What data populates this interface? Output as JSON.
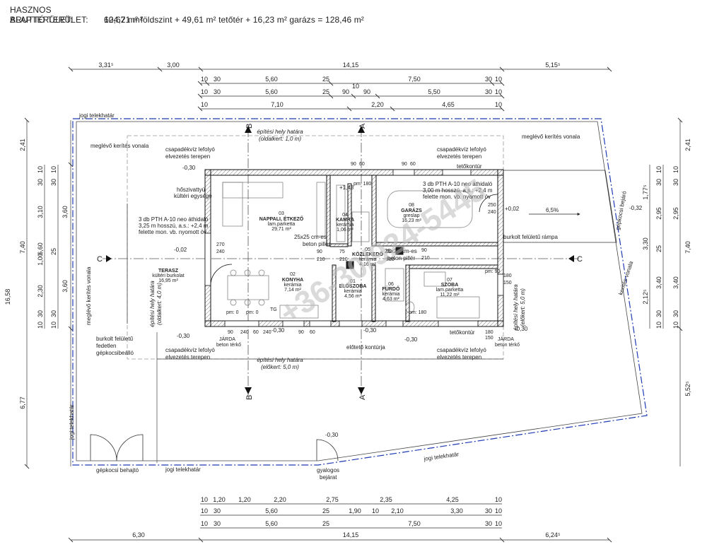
{
  "header": {
    "usable_label": "HASZNOS ALAPTERÜLET:",
    "usable_value": "62,62 m² földszint + 49,61 m² tetőtér + 16,23 m² garázs = 128,46 m²",
    "gross_label": "BRUTTÓ TERÜLET:",
    "gross_value": "104,71 m²"
  },
  "dims_top": {
    "row1": [
      "3,31⁵",
      "3,00",
      "14,15",
      "5,15⁵"
    ],
    "row2": [
      "10",
      "30",
      "5,60",
      "25",
      "7,50",
      "30",
      "10"
    ],
    "row3": [
      "10",
      "30",
      "5,60",
      "25",
      "90",
      "10",
      "90",
      "5,50",
      "30",
      "10"
    ],
    "row4": [
      "10",
      "7,10",
      "2,20",
      "4,65",
      "10"
    ]
  },
  "dims_bottom": {
    "row1": [
      "10",
      "1,20",
      "1,20",
      "2,20",
      "2,75",
      "2,35",
      "4,25",
      "10"
    ],
    "row2": [
      "10",
      "30",
      "5,60",
      "25",
      "1,90",
      "10",
      "2,10",
      "3,30",
      "30",
      "10"
    ],
    "row3": [
      "10",
      "30",
      "5,60",
      "25",
      "7,50",
      "30",
      "10"
    ],
    "row4": [
      "6,30",
      "14,15",
      "6,24⁵"
    ]
  },
  "dims_left": {
    "outer": "16,58",
    "col1": [
      "2,41",
      "7,40",
      "6,77"
    ],
    "col2": [
      "3,60",
      "3,60"
    ],
    "col3": [
      "10",
      "30",
      "3,10",
      "6,60",
      "1,00",
      "2,30",
      "30",
      "10"
    ],
    "col4": [
      "10",
      "30",
      "25",
      "30",
      "10"
    ]
  },
  "dims_right": {
    "col1": [
      "2,41",
      "7,40",
      "5,52⁵"
    ],
    "col2": [
      "1,77⁵",
      "3,30",
      "2,12⁵"
    ],
    "col3": [
      "10",
      "30",
      "2,95",
      "25",
      "3,40",
      "30",
      "10"
    ],
    "col4": [
      "10",
      "30",
      "2,95",
      "3,40",
      "30",
      "10"
    ]
  },
  "site": {
    "jogi_top": "jogi telekhatár",
    "jogi_left": "jogi telekhatár",
    "jogi_bottom_left": "jogi telekhatár",
    "jogi_bottom_right": "jogi telekhatár",
    "kerites_top_left": "meglévő kerítés vonala",
    "kerites_top_right": "meglévő kerítés vonala",
    "kerites_left": "meglévő kerítés vonala",
    "kerites_right": "kerítés vonala",
    "epitesi_top": "építési hely határa",
    "epitesi_top_sub": "(oldalkert: 1,0 m)",
    "epitesi_bottom": "építési hely határa",
    "epitesi_bottom_sub": "(előkert: 5,0 m)",
    "epitesi_left": "építési hely határa",
    "epitesi_left_sub": "(oldalkert: 4,0 m)",
    "epitesi_right": "építési hely határa",
    "epitesi_right_sub": "(előkert: 5,0 m)",
    "csapadek": "csapadékvíz lefolyó",
    "elvezetes": "elvezetés terepen",
    "tetokontur": "tetőkontúr",
    "eloteto": "előtető kontúrja",
    "hoszivattyu_1": "hőszivattyú",
    "hoszivattyu_2": "kültéri egysége",
    "pth_left_1": "3 db PTH A-10 neo áthidaló",
    "pth_left_2": "3,25 m hosszú, a.s.: +2,4 m",
    "pth_left_3": "felette mon. vb. nyomott öv",
    "pth_right_1": "3 db PTH A-10 neo áthidaló",
    "pth_right_2": "3,00 m hosszú, a.s.: +2,4 m",
    "pth_right_3": "felette mon. vb. nyomott öv",
    "rampa": "burkolt felületű rámpa",
    "gepkocsi_bejaro": "gépkocsi bejáró",
    "gepkocsi_behajto": "gépkocsi behajtó",
    "gyalogos_1": "gyalogos",
    "gyalogos_2": "bejárat",
    "parking_1": "burkolt felületű",
    "parking_2": "fedetlen",
    "parking_3": "gépkocsibeálló",
    "jarda": "JÁRDA",
    "beton_terko": "beton térkő",
    "pillar": "25x25 cm-es",
    "pillar_2": "beton pillér",
    "slope": "6,5%",
    "tg": "TG",
    "section_a": "A",
    "section_b": "B",
    "section_c": "C",
    "watermark": "+36-30/924-5445"
  },
  "levels": {
    "l1": "-0,30",
    "l2": "+1,48",
    "l3": "-0,02",
    "l4": "+0,02",
    "l5": "-0,32",
    "l6": "-0,30",
    "l7": "-0,30",
    "l8": "-0,30",
    "l9": "-0,30",
    "l10": "-0,30",
    "l11": "-0,30"
  },
  "openings": {
    "o270": "270",
    "o240a": "240",
    "o90a": "90",
    "o210a": "210",
    "o90b": "90",
    "o210b": "210",
    "o75": "75",
    "o210c": "210",
    "o90c": "90",
    "o210d": "210",
    "top_90a": "90",
    "top_60a": "60",
    "top_90b": "90",
    "top_60b": "60",
    "pm180a": "pm: 180",
    "pm180b": "pm: 180",
    "pm0a": "pm: 0",
    "pm0b": "pm: 0",
    "pm90": "pm: 90",
    "g250": "250",
    "g240": "240",
    "w180": "180",
    "w150": "150",
    "b90a": "90",
    "b240a": "240",
    "b60a": "60",
    "b240b": "240",
    "b90b": "90",
    "b60b": "60",
    "b180": "180",
    "b150": "150"
  },
  "rooms": [
    {
      "num": "03",
      "name": "NAPPALI, ÉTKEZŐ",
      "mat": "lam.parketta",
      "area": "29,71 m²"
    },
    {
      "num": "04",
      "name": "KAMRA",
      "mat": "kerámia",
      "area": "1,06 m²"
    },
    {
      "num": "08",
      "name": "GARÁZS",
      "mat": "greslap",
      "area": "16,23 m²"
    },
    {
      "num": "05",
      "name": "KÖZLEKEDŐ",
      "mat": "kerámia",
      "area": "4,16 m²"
    },
    {
      "num": "02",
      "name": "KONYHA",
      "mat": "kerámia",
      "area": "7,14 m²"
    },
    {
      "num": "01",
      "name": "ELŐSZOBA",
      "mat": "kerámia",
      "area": "4,56 m²"
    },
    {
      "num": "06",
      "name": "FÜRDŐ",
      "mat": "kerámia",
      "area": "4,63 m²"
    },
    {
      "num": "07",
      "name": "SZOBA",
      "mat": "lam.parketta",
      "area": "11,22 m²"
    },
    {
      "num": "",
      "name": "TERASZ",
      "mat": "kültéri burkolat",
      "area": "16,95 m²"
    }
  ]
}
